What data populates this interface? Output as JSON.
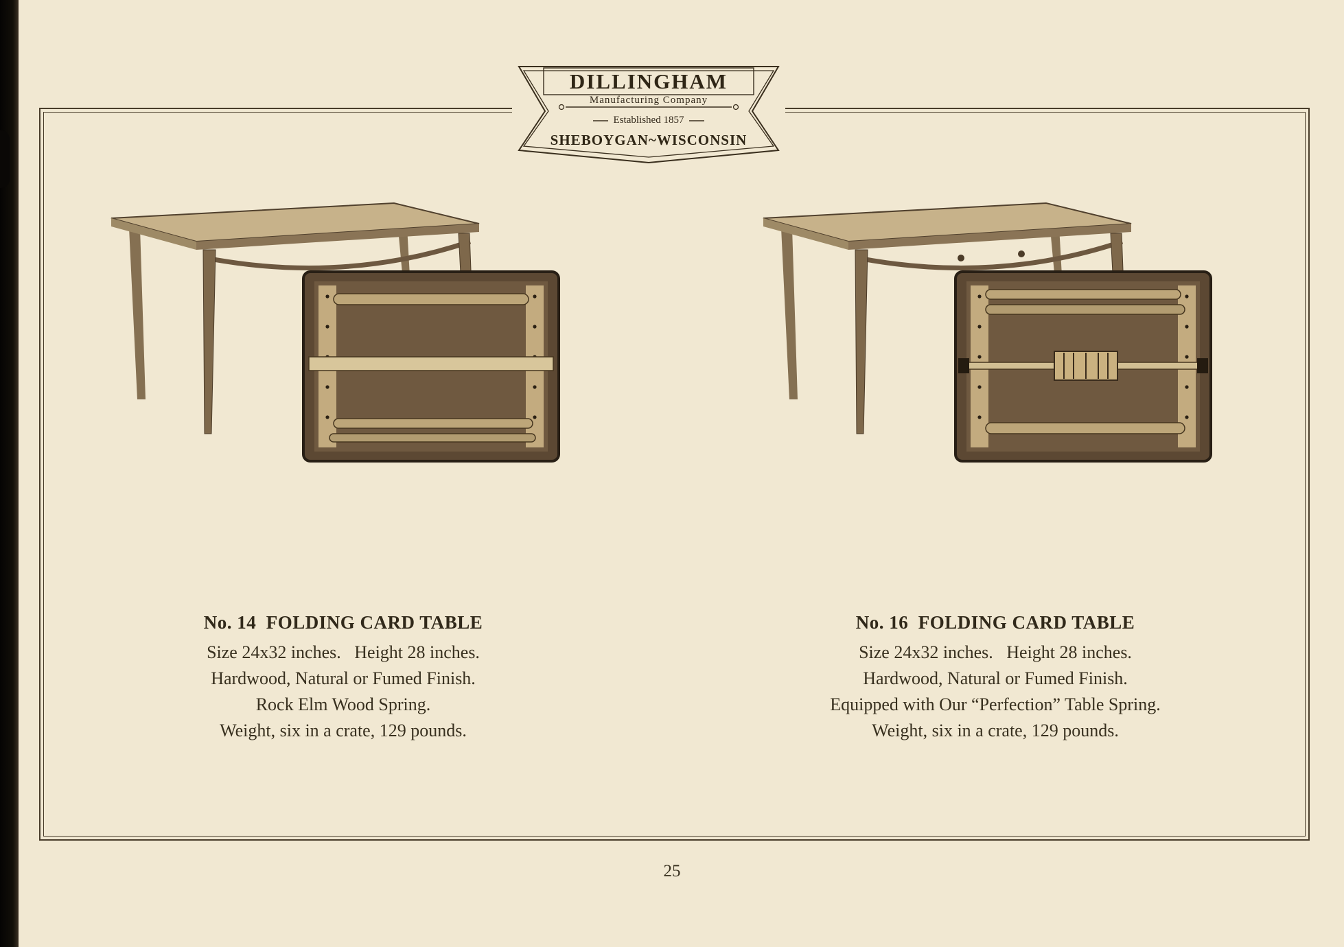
{
  "page": {
    "number": "25"
  },
  "logo": {
    "company": "DILLINGHAM",
    "subtitle": "Manufacturing Company",
    "established": "Established 1857",
    "location": "SHEBOYGAN~WISCONSIN"
  },
  "products": [
    {
      "title": "No. 14  FOLDING CARD TABLE",
      "lines": [
        "Size 24x32 inches.   Height 28 inches.",
        "Hardwood, Natural or Fumed Finish.",
        "Rock Elm Wood Spring.",
        "Weight, six in a crate, 129 pounds."
      ]
    },
    {
      "title": "No. 16  FOLDING CARD TABLE",
      "lines": [
        "Size 24x32 inches.   Height 28 inches.",
        "Hardwood, Natural or Fumed Finish.",
        "Equipped with Our “Perfection” Table Spring.",
        "Weight, six in a crate, 129 pounds."
      ]
    }
  ],
  "colors": {
    "paper": "#f1e8d2",
    "ink": "#38301f",
    "frame_rule": "#493d2b",
    "illustration_rim": "#5c4833",
    "illustration_panel": "#6f5940",
    "illustration_rail": "#c3ab7f",
    "illustration_spring": "#d8c69b"
  }
}
